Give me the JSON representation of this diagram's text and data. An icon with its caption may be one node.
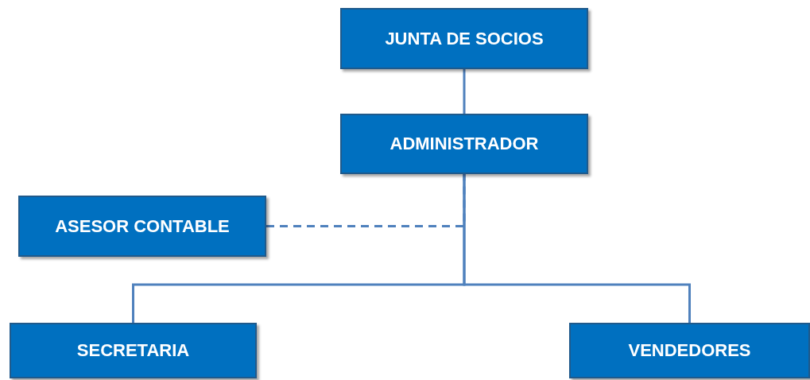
{
  "diagram": {
    "nodes": [
      {
        "text": [
          "JUNTA DE SOCIOS"
        ]
      },
      {
        "text": [
          "ADMINISTRADOR"
        ]
      },
      {
        "text": [
          "ASESOR CONTABLE"
        ]
      },
      {
        "text": [
          "SECRETARIA"
        ]
      },
      {
        "text": [
          "VENDEDORES"
        ]
      }
    ],
    "edges": [
      {
        "from": 0,
        "to": 1,
        "arrow": "none"
      },
      {
        "from": 2,
        "to": 1,
        "arrow": "none",
        "style": "dashed"
      },
      {
        "from": 1,
        "to": 3,
        "arrow": "none"
      },
      {
        "from": 1,
        "to": 4,
        "arrow": "none"
      }
    ]
  }
}
